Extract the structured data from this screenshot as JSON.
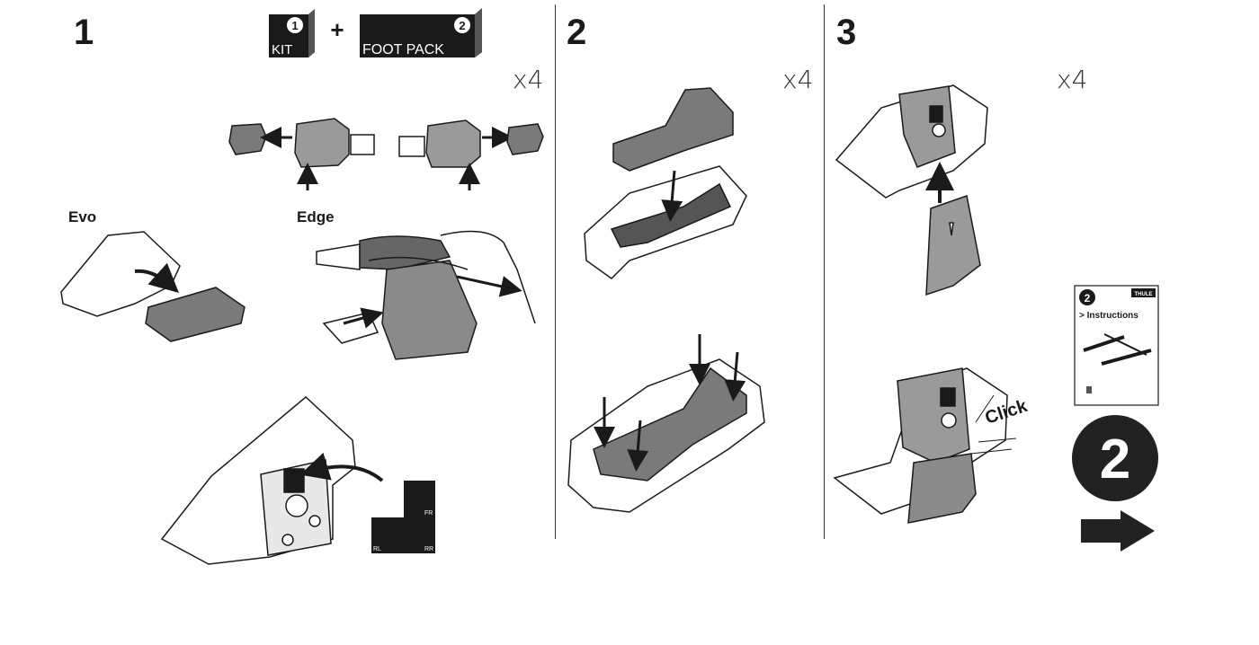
{
  "steps": [
    {
      "number": "1",
      "multiplier": "x4",
      "evo_label": "Evo",
      "edge_label": "Edge"
    },
    {
      "number": "2",
      "multiplier": "x4"
    },
    {
      "number": "3",
      "multiplier": "x4",
      "click_label": "Click"
    }
  ],
  "header": {
    "kit_number": "1",
    "kit_label": "KIT",
    "plus": "+",
    "foot_pack_number": "2",
    "foot_pack_label": "FOOT PACK"
  },
  "position_labels": {
    "fr": "FR",
    "rl": "RL",
    "rr": "RR"
  },
  "booklet": {
    "number": "2",
    "brand": "THULE",
    "instructions_label": "> Instructions"
  },
  "next_step": {
    "number": "2"
  },
  "colors": {
    "ink": "#1a1a1a",
    "part_grey": "#7a7a7a",
    "light_grey": "#a8a8a8",
    "arrow": "#222222"
  }
}
